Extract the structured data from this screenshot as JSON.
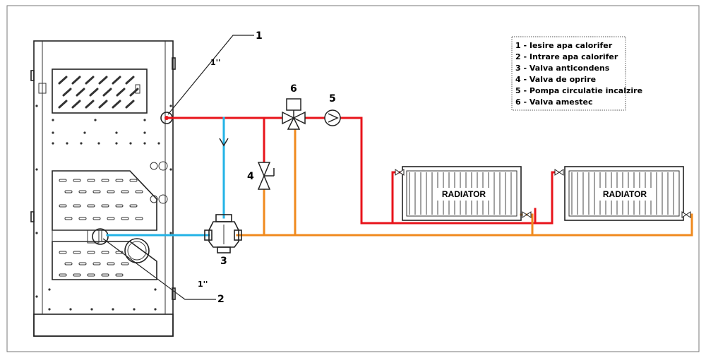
{
  "legend": {
    "items": [
      "1 - Iesire apa calorifer",
      "2 - Intrare apa calorifer",
      "3 - Valva anticondens",
      "4 - Valva de oprire",
      "5 - Pompa circulatie incalzire",
      "6 - Valva amestec"
    ]
  },
  "callouts": {
    "n1": "1",
    "n2": "2",
    "n3": "3",
    "n4": "4",
    "n5": "5",
    "n6": "6",
    "size_top": "1''",
    "size_bottom": "1''"
  },
  "radiators": [
    {
      "label": "RADIATOR"
    },
    {
      "label": "RADIATOR"
    }
  ],
  "colors": {
    "supply": "#e8141b",
    "return": "#f08a1e",
    "cold": "#23b3e6",
    "outline": "#222222"
  }
}
